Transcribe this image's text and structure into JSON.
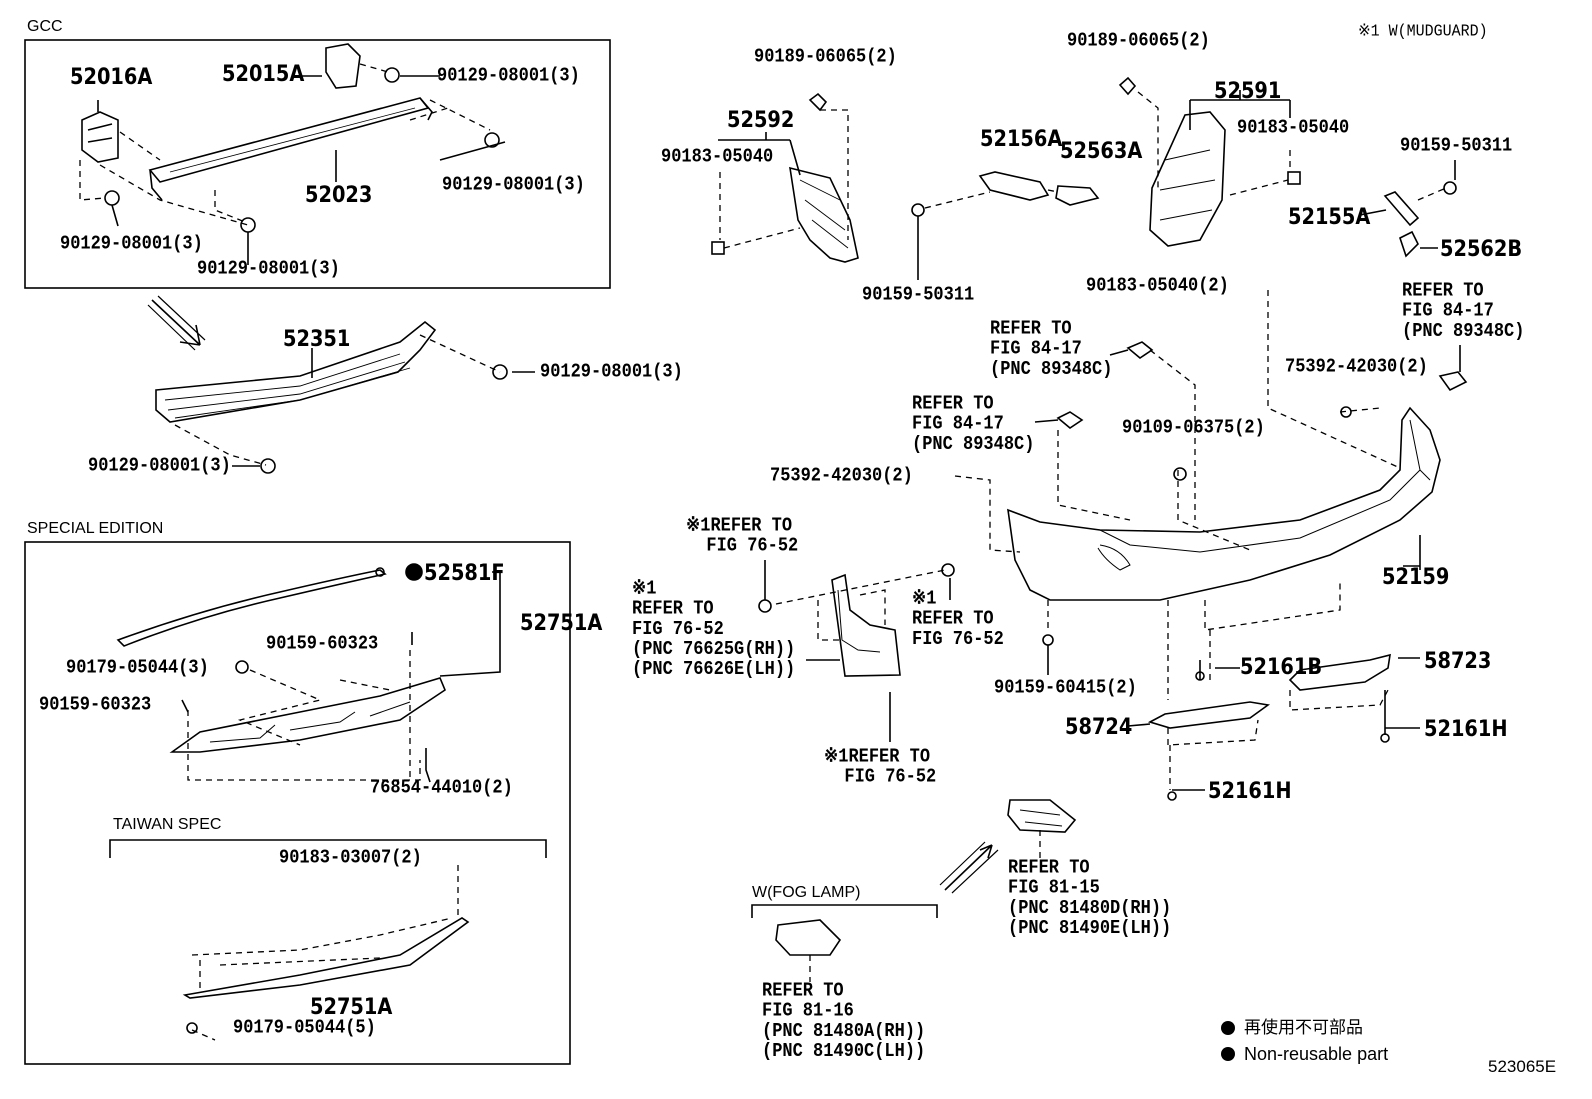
{
  "note": "※1  W(MUDGUARD)",
  "sections": {
    "gcc": "GCC",
    "special": "SPECIAL EDITION",
    "taiwan": "TAIWAN SPEC",
    "fog": "W(FOG LAMP)"
  },
  "parts": {
    "p52016A": "52016A",
    "p52015A": "52015A",
    "p52023": "52023",
    "p52351": "52351",
    "p52581F": "52581F",
    "p52751A_top": "52751A",
    "p52751A_bot": "52751A",
    "p52592": "52592",
    "p52591": "52591",
    "p52156A": "52156A",
    "p52563A": "52563A",
    "p52155A": "52155A",
    "p52562B": "52562B",
    "p52159": "52159",
    "p52161B": "52161B",
    "p58723": "58723",
    "p58724": "58724",
    "p52161H_a": "52161H",
    "p52161H_b": "52161H"
  },
  "fasteners": {
    "f1": "90129-08001(3)",
    "f2": "90129-08001(3)",
    "f3": "90129-08001(3)",
    "f4": "90129-08001(3)",
    "f5": "90129-08001(3)",
    "f6": "90129-08001(3)",
    "f7": "90159-60323",
    "f8": "90179-05044(3)",
    "f9": "90159-60323",
    "f10": "76854-44010(2)",
    "f11": "90183-03007(2)",
    "f12": "90179-05044(5)",
    "f13": "90189-06065(2)",
    "f14": "90183-05040",
    "f15": "90189-06065(2)",
    "f16": "90183-05040",
    "f17": "90159-50311",
    "f18": "90159-50311",
    "f19": "90183-05040(2)",
    "f20": "75392-42030(2)",
    "f21": "90109-06375(2)",
    "f22": "75392-42030(2)",
    "f23": "90159-60415(2)"
  },
  "refs": {
    "r1": "REFER TO\nFIG 84-17\n(PNC 89348C)",
    "r2": "REFER TO\nFIG 84-17\n(PNC 89348C)",
    "r3": "REFER TO\nFIG 84-17\n(PNC 89348C)",
    "r4": "※1REFER TO\n  FIG 76-52",
    "r5": "※1\nREFER TO\nFIG 76-52\n(PNC 76625G(RH))\n(PNC 76626E(LH))",
    "r6": "※1\nREFER TO\nFIG 76-52",
    "r7": "※1REFER TO\n  FIG 76-52",
    "r8": "REFER TO\nFIG 81-15\n(PNC 81480D(RH))\n(PNC 81490E(LH))",
    "r9": "REFER TO\nFIG 81-16\n(PNC 81480A(RH))\n(PNC 81490C(LH))"
  },
  "legend": {
    "jp": "再使用不可部品",
    "en": "Non-reusable part"
  },
  "figure_id": "523065E"
}
